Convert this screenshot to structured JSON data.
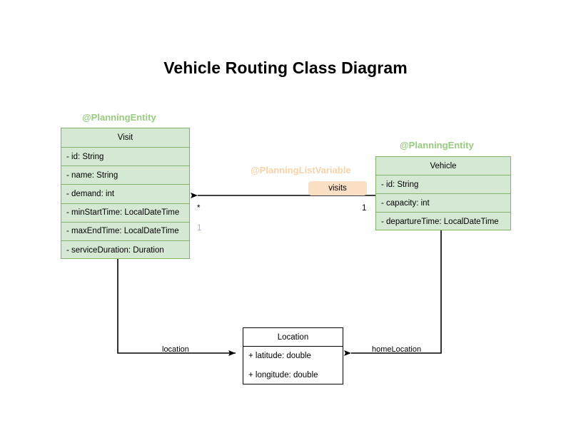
{
  "diagram": {
    "title": "Vehicle Routing Class Diagram",
    "background_color": "#ffffff"
  },
  "colors": {
    "entity_fill": "#d5e8d4",
    "entity_border": "#82b366",
    "annotation_green": "#97cc7f",
    "annotation_peach": "#fad2a8",
    "badge_fill": "#fce0c6",
    "plain_border": "#000000",
    "lavender": "#c4a2cf",
    "line": "#000000"
  },
  "classes": {
    "visit": {
      "annotation": "@PlanningEntity",
      "name": "Visit",
      "attributes": [
        "- id: String",
        "- name: String",
        "- demand: int",
        "- minStartTime: LocalDateTime",
        "- maxEndTime: LocalDateTime",
        "- serviceDuration: Duration"
      ]
    },
    "vehicle": {
      "annotation": "@PlanningEntity",
      "name": "Vehicle",
      "attributes": [
        "- id: String",
        "- capacity: int",
        "- departureTime: LocalDateTime"
      ]
    },
    "location": {
      "name": "Location",
      "attributes": [
        "+ latitude: double",
        "+ longitude: double"
      ]
    }
  },
  "relationships": {
    "visits": {
      "annotation": "@PlanningListVariable",
      "label": "visits",
      "source": "Vehicle",
      "target": "Visit",
      "source_multiplicity": "1",
      "target_multiplicity": "*",
      "target_multiplicity_secondary": "1"
    },
    "location": {
      "label": "location",
      "source": "Visit",
      "target": "Location"
    },
    "home_location": {
      "label": "homeLocation",
      "source": "Vehicle",
      "target": "Location"
    }
  }
}
